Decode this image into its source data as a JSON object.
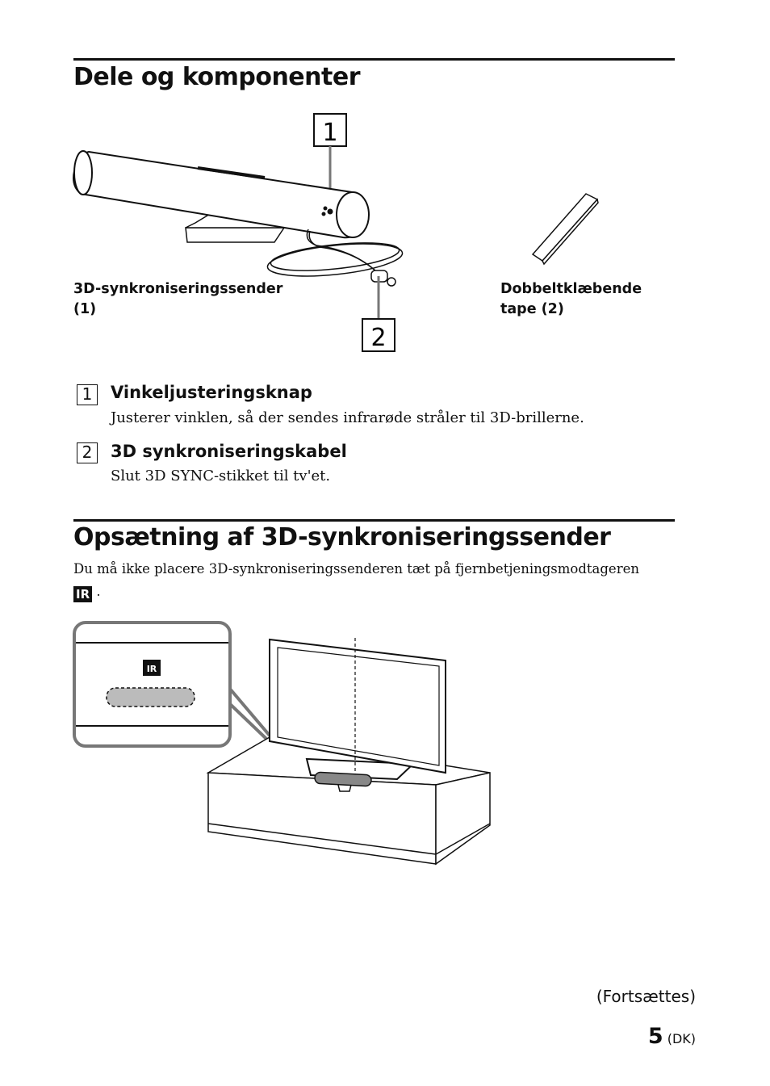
{
  "section1": {
    "title": "Dele og komponenter",
    "figure": {
      "callout1": "1",
      "callout2": "2",
      "label_transmitter": [
        "3D-synkroniseringssender",
        "(1)"
      ],
      "label_tape": [
        "Dobbeltklæbende",
        "tape (2)"
      ]
    },
    "items": [
      {
        "num": "1",
        "title": "Vinkeljusteringsknap",
        "desc": "Justerer vinklen, så der sendes infrarøde stråler til 3D-brillerne."
      },
      {
        "num": "2",
        "title": "3D synkroniseringskabel",
        "desc": "Slut 3D SYNC-stikket til tv'et."
      }
    ]
  },
  "section2": {
    "title": "Opsætning af 3D-synkroniseringssender",
    "text": "Du må ikke placere 3D-synkroniseringssenderen tæt på fjernbetjeningsmodtageren",
    "ir_icon": "IR",
    "end": ".",
    "figure": {
      "ir_icon": "IR"
    }
  },
  "footer": {
    "continued": "(Fortsættes)",
    "page_number": "5",
    "page_suffix": "(DK)"
  }
}
